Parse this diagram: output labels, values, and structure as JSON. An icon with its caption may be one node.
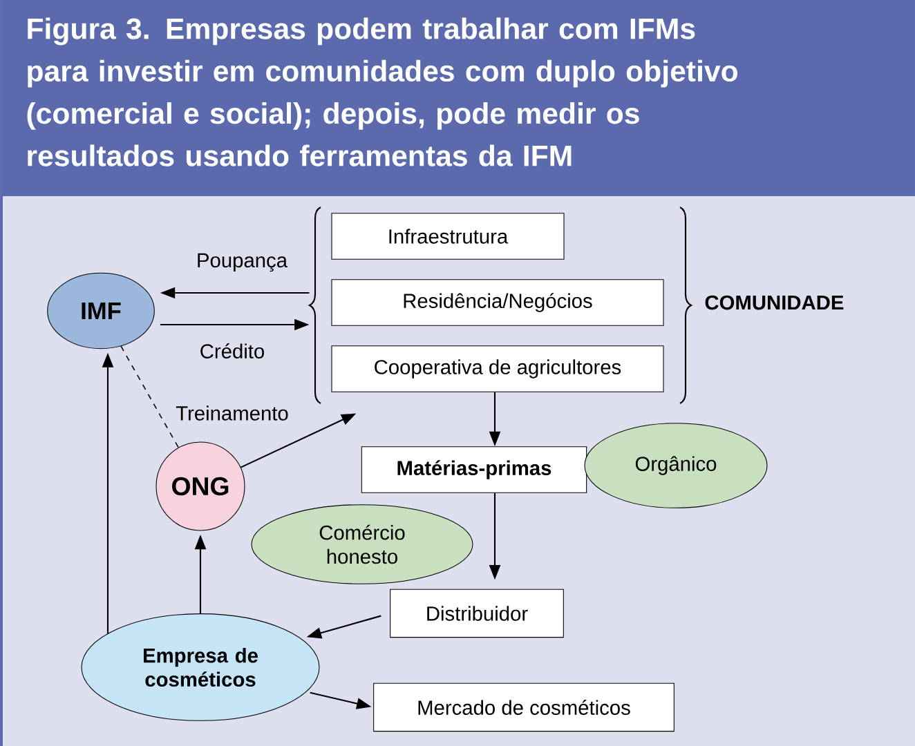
{
  "diagram": {
    "title": "Figura 3. Empresas podem trabalhar com IFMs para investir em comunidades com duplo objetivo (comercial e social); depois, pode medir os resultados usando ferramentas da IFM",
    "nodes": [
      {
        "text": [
          "IMF"
        ]
      },
      {
        "text": [
          "COMUNIDADE"
        ]
      },
      {
        "text": [
          "Infraestrutura"
        ],
        "in": 1
      },
      {
        "text": [
          "Residência/Negócios"
        ],
        "in": 1
      },
      {
        "text": [
          "Cooperativa de agricultores"
        ],
        "in": 1
      },
      {
        "text": [
          "ONG"
        ]
      },
      {
        "text": [
          "Matérias-primas"
        ]
      },
      {
        "text": [
          "Orgânico"
        ]
      },
      {
        "text": [
          "Comércio honesto"
        ]
      },
      {
        "text": [
          "Distribuidor"
        ]
      },
      {
        "text": [
          "Empresa de cosméticos"
        ]
      },
      {
        "text": [
          "Mercado de cosméticos"
        ]
      }
    ],
    "edges": [
      {
        "from": 1,
        "to": 0,
        "arrow": "to",
        "label": "Poupança"
      },
      {
        "from": 0,
        "to": 1,
        "arrow": "to",
        "label": "Crédito"
      },
      {
        "from": 0,
        "to": 5,
        "arrow": "none",
        "style": "dashed",
        "label": "Treinamento"
      },
      {
        "from": 5,
        "to": 1,
        "arrow": "to"
      },
      {
        "from": 4,
        "to": 6,
        "arrow": "to"
      },
      {
        "from": 6,
        "to": 9,
        "arrow": "to"
      },
      {
        "from": 9,
        "to": 10,
        "arrow": "to"
      },
      {
        "from": 10,
        "to": 11,
        "arrow": "to"
      },
      {
        "from": 10,
        "to": 5,
        "arrow": "to"
      },
      {
        "from": 10,
        "to": 0,
        "arrow": "to"
      }
    ]
  }
}
